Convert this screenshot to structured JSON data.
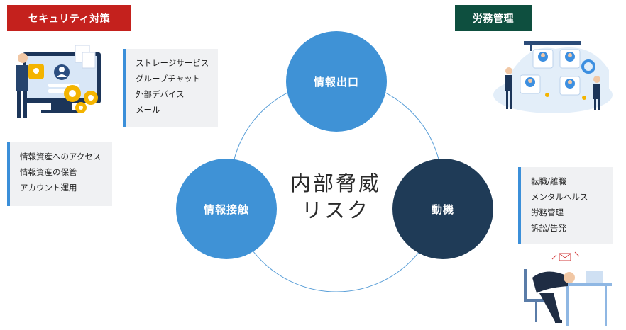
{
  "tags": {
    "security": "セキュリティ対策",
    "labor": "労務管理"
  },
  "lists": {
    "storage": [
      "ストレージサービス",
      "グループチャット",
      "外部デバイス",
      "メール"
    ],
    "info_assets": [
      "情報資産へのアクセス",
      "情報資産の保管",
      "アカウント運用"
    ],
    "motive": [
      "転職/離職",
      "メンタルヘルス",
      "労務管理",
      "訴訟/告発"
    ]
  },
  "nodes": {
    "top": "情報出口",
    "left": "情報接触",
    "right": "動機"
  },
  "center": {
    "line1": "内部脅威",
    "line2": "リスク"
  },
  "colors": {
    "red": "#c4211d",
    "green": "#0e4f3f",
    "blue": "#3f92d6",
    "navy": "#1f3b57",
    "accent_bar": "#3b8fd9"
  },
  "icons": {
    "security_illustration": "security-person-monitor-icon",
    "labor_illustration": "profiles-hr-icon",
    "stress_illustration": "stressed-worker-desk-icon"
  }
}
